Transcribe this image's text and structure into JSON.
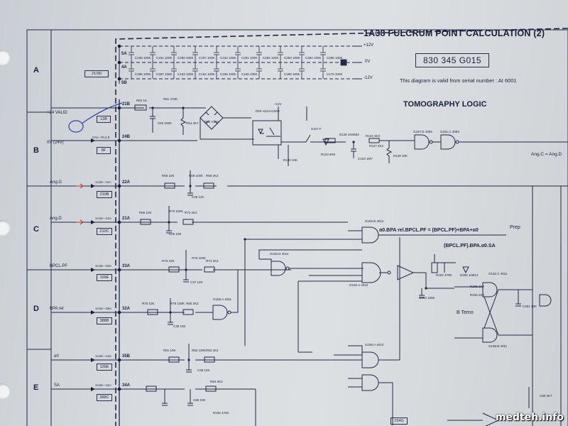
{
  "sheet": {
    "title": "1A38 FULCRUM POINT CALCULATION (2)",
    "part_number": "830 345 G015",
    "validity_note": "This diagram is valid from serial number : AI 6001",
    "section_title": "TOMOGRAPHY LOGIC",
    "watermark": "medteh.info"
  },
  "rows": [
    "A",
    "B",
    "C",
    "D",
    "E"
  ],
  "power_rails": {
    "plus": "+12V",
    "zero": "0V",
    "minus": "-12V"
  },
  "rail_nodes": [
    "5A",
    "4A",
    "5B"
  ],
  "ref_boxes": [
    "21/30",
    "13B",
    "8F",
    "210B",
    "210C",
    "199E",
    "388B",
    "126E",
    "388C",
    "154G"
  ],
  "signals": [
    {
      "name": "+24 VALID",
      "connector": "21B"
    },
    {
      "name": "0V (24V)",
      "connector": "24B"
    },
    {
      "name": "Ang.G",
      "connector": "22A"
    },
    {
      "name": "Ang.D",
      "connector": "21A"
    },
    {
      "name": "BPCL.PF",
      "connector": "33A"
    },
    {
      "name": "BPA rel",
      "connector": "32A"
    },
    {
      "name": "α0",
      "connector": "35B"
    },
    {
      "name": "SA",
      "connector": "34A"
    }
  ],
  "wire_labels": [
    "1A34—11A",
    "1A34—12A",
    "1A34—33A",
    "1A34—35A",
    "1A34—13A",
    "1A26—11A",
    "2A1—PL2.8"
  ],
  "equations": {
    "eq1": "α0.BPA rel.BPCL.PF = (BPCL.PF)+BPA+α0",
    "prep": "Prep",
    "eq2": "(BPCL.PF).BPA.α0.SA",
    "angle": "Ang.C = Ang.D",
    "temo": "B Temo"
  },
  "parts": [
    "R62 1K",
    "R61 470E",
    "C82 100K",
    "R64 4K7",
    "D82 V14A",
    "D82 H11AA1000",
    "+12V",
    "S167.F",
    "D128 1N4583",
    "R123 6K8",
    "R124 3K3",
    "R130 10K",
    "C163 1M7",
    "R127 2K2",
    "R128 10K",
    "G167.D 4093",
    "G161.C 4093",
    "R66 10K",
    "R69 100K",
    "R68 2K2",
    "C46 12K",
    "R65 10K",
    "R70 100K",
    "R72 2K2",
    "C25 10K",
    "G160.B 4012",
    "G160.D 4011",
    "G160.A 4012",
    "G162.C 4011",
    "G158.A 4011",
    "R202 470K",
    "D200 1N914",
    "C203 100K",
    "R205 2K2",
    "R206 2K2",
    "C201 10K",
    "G158.B 4011",
    "G158.A 4012",
    "R73 10K",
    "R78 100K",
    "R74 2K2",
    "C37 12K",
    "R75 10K",
    "R79 100K",
    "R80 2K2",
    "C38 10K",
    "R81 10K",
    "R82 100K",
    "R83 2K2",
    "C39 12K",
    "R84 3K3",
    "R106 470K",
    "C85 10K",
    "C80 4K7"
  ],
  "capacitors": [
    "C158 100K",
    "C151 100K",
    "C280 100K",
    "C157 100K",
    "C152 100K",
    "C281 100K",
    "C282 100K",
    "C283 100K",
    "C284 100K",
    "C285 100K",
    "C286 100K",
    "C287 100K",
    "C153 100K",
    "C154 100K",
    "C155 100K",
    "C156 100K",
    "C285 100K",
    "C170 100K"
  ],
  "colors": {
    "ink": "#1b1f3a",
    "paper": "#d6dade",
    "pen": "#2c3fa8",
    "marker": "#c0392b",
    "watermark": "#ffffff"
  }
}
